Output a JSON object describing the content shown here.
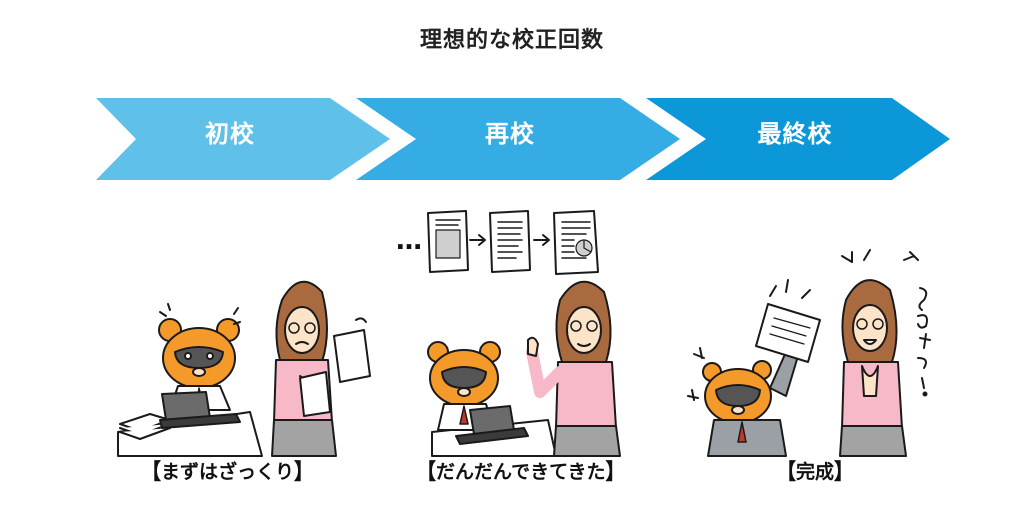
{
  "title": "理想的な校正回数",
  "steps": [
    {
      "label": "初校",
      "color": "#5fc0ea"
    },
    {
      "label": "再校",
      "color": "#35ace3"
    },
    {
      "label": "最終校",
      "color": "#0c97d9"
    }
  ],
  "captions": [
    {
      "text": "まずはざっくり"
    },
    {
      "text": "だんだんできてきた"
    },
    {
      "text": "完成"
    }
  ],
  "brackets": {
    "open": "【",
    "close": "】"
  },
  "ellipsis": "…",
  "icons": {
    "document": "document-icon",
    "arrow": "arrow-right-icon"
  },
  "colors": {
    "raccoon": "#f39a2a",
    "skin": "#fde3c8",
    "hair": "#a96a3f",
    "sweater": "#f7b8c8",
    "skirt": "#a3a3a3",
    "suit": "#9aa0a6"
  }
}
